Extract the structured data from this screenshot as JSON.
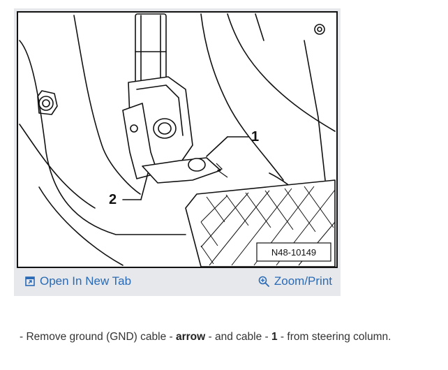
{
  "figure": {
    "callouts": {
      "one": "1",
      "two": "2"
    },
    "figure_id": "N48-10149"
  },
  "toolbar": {
    "open_label": "Open In New Tab",
    "zoom_label": "Zoom/Print"
  },
  "instruction": {
    "dash": "-",
    "t1": " Remove ground (GND) cable - ",
    "b1": "arrow",
    "t2": " - and cable - ",
    "b2": "1",
    "t3": " - from steering column."
  },
  "colors": {
    "link": "#2a6ab4",
    "card_bg": "#e6e8ec",
    "frame_border": "#111111"
  }
}
